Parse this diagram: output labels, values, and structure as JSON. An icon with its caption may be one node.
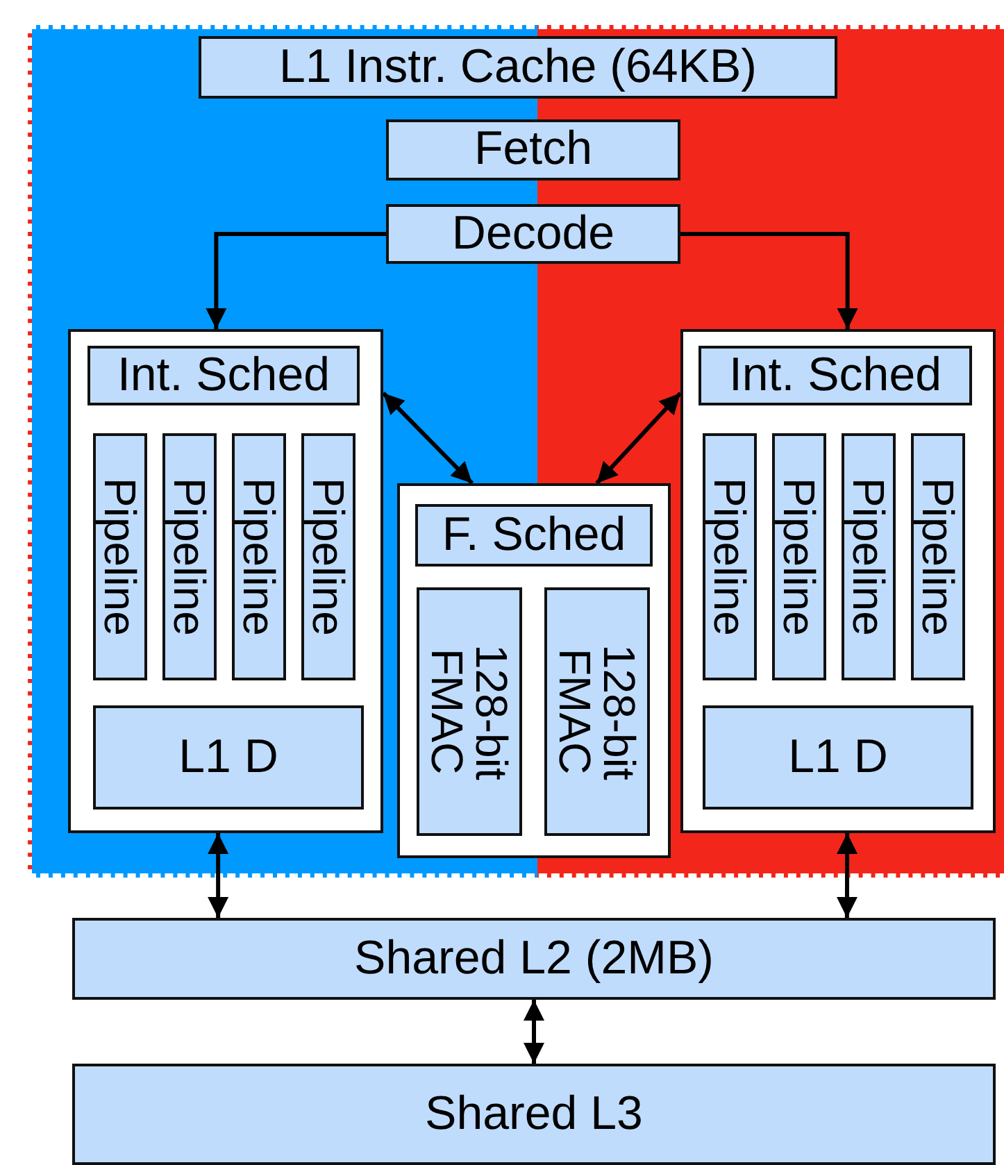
{
  "diagram": {
    "nodes": [
      {
        "text": [
          "L1 Instr. Cache (64KB)"
        ]
      },
      {
        "text": [
          "Fetch"
        ]
      },
      {
        "text": [
          "Decode"
        ]
      },
      {
        "text": [],
        "shape": "box"
      },
      {
        "text": [
          "Int. Sched"
        ],
        "in": 3
      },
      {
        "text": [
          "Pipeline"
        ],
        "in": 3
      },
      {
        "text": [
          "Pipeline"
        ],
        "in": 3
      },
      {
        "text": [
          "Pipeline"
        ],
        "in": 3
      },
      {
        "text": [
          "Pipeline"
        ],
        "in": 3
      },
      {
        "text": [
          "L1 D"
        ],
        "in": 3
      },
      {
        "text": [],
        "shape": "box"
      },
      {
        "text": [
          "F. Sched"
        ],
        "in": 10
      },
      {
        "text": [
          "128-bit FMAC"
        ],
        "in": 10
      },
      {
        "text": [
          "128-bit FMAC"
        ],
        "in": 10
      },
      {
        "text": [],
        "shape": "box"
      },
      {
        "text": [
          "Int. Sched"
        ],
        "in": 14
      },
      {
        "text": [
          "Pipeline"
        ],
        "in": 14
      },
      {
        "text": [
          "Pipeline"
        ],
        "in": 14
      },
      {
        "text": [
          "Pipeline"
        ],
        "in": 14
      },
      {
        "text": [
          "Pipeline"
        ],
        "in": 14
      },
      {
        "text": [
          "L1 D"
        ],
        "in": 14
      },
      {
        "text": [
          "Shared L2 (2MB)"
        ]
      },
      {
        "text": [
          "Shared L3"
        ]
      }
    ],
    "edges": [
      {
        "from": 2,
        "to": 3,
        "arrow": "to"
      },
      {
        "from": 2,
        "to": 14,
        "arrow": "to"
      },
      {
        "from": 3,
        "to": 10,
        "arrow": "both"
      },
      {
        "from": 14,
        "to": 10,
        "arrow": "both"
      },
      {
        "from": 3,
        "to": 21,
        "arrow": "both"
      },
      {
        "from": 14,
        "to": 21,
        "arrow": "both"
      },
      {
        "from": 21,
        "to": 22,
        "arrow": "both"
      }
    ]
  }
}
